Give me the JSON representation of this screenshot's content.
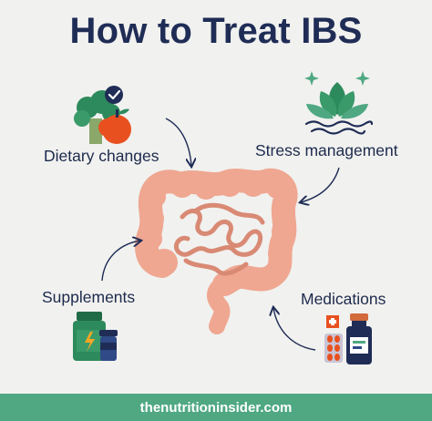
{
  "title": "How to Treat IBS",
  "items": {
    "dietary": "Dietary changes",
    "stress": "Stress management",
    "supplements": "Supplements",
    "medications": "Medications"
  },
  "footer": "thenutritioninsider.com",
  "icons": {
    "dietary": "broccoli-apple-check-icon",
    "stress": "lotus-icon",
    "supplements": "supplement-bottles-icon",
    "medications": "medication-bottle-pills-icon",
    "center": "intestines-icon"
  },
  "colors": {
    "title": "#1f2d56",
    "footer_bg": "#4fa882",
    "intestine": "#efa791",
    "intestine_dark": "#d98a74",
    "green": "#2d8a5c",
    "navy": "#1f2d56",
    "apple": "#e8511f"
  }
}
